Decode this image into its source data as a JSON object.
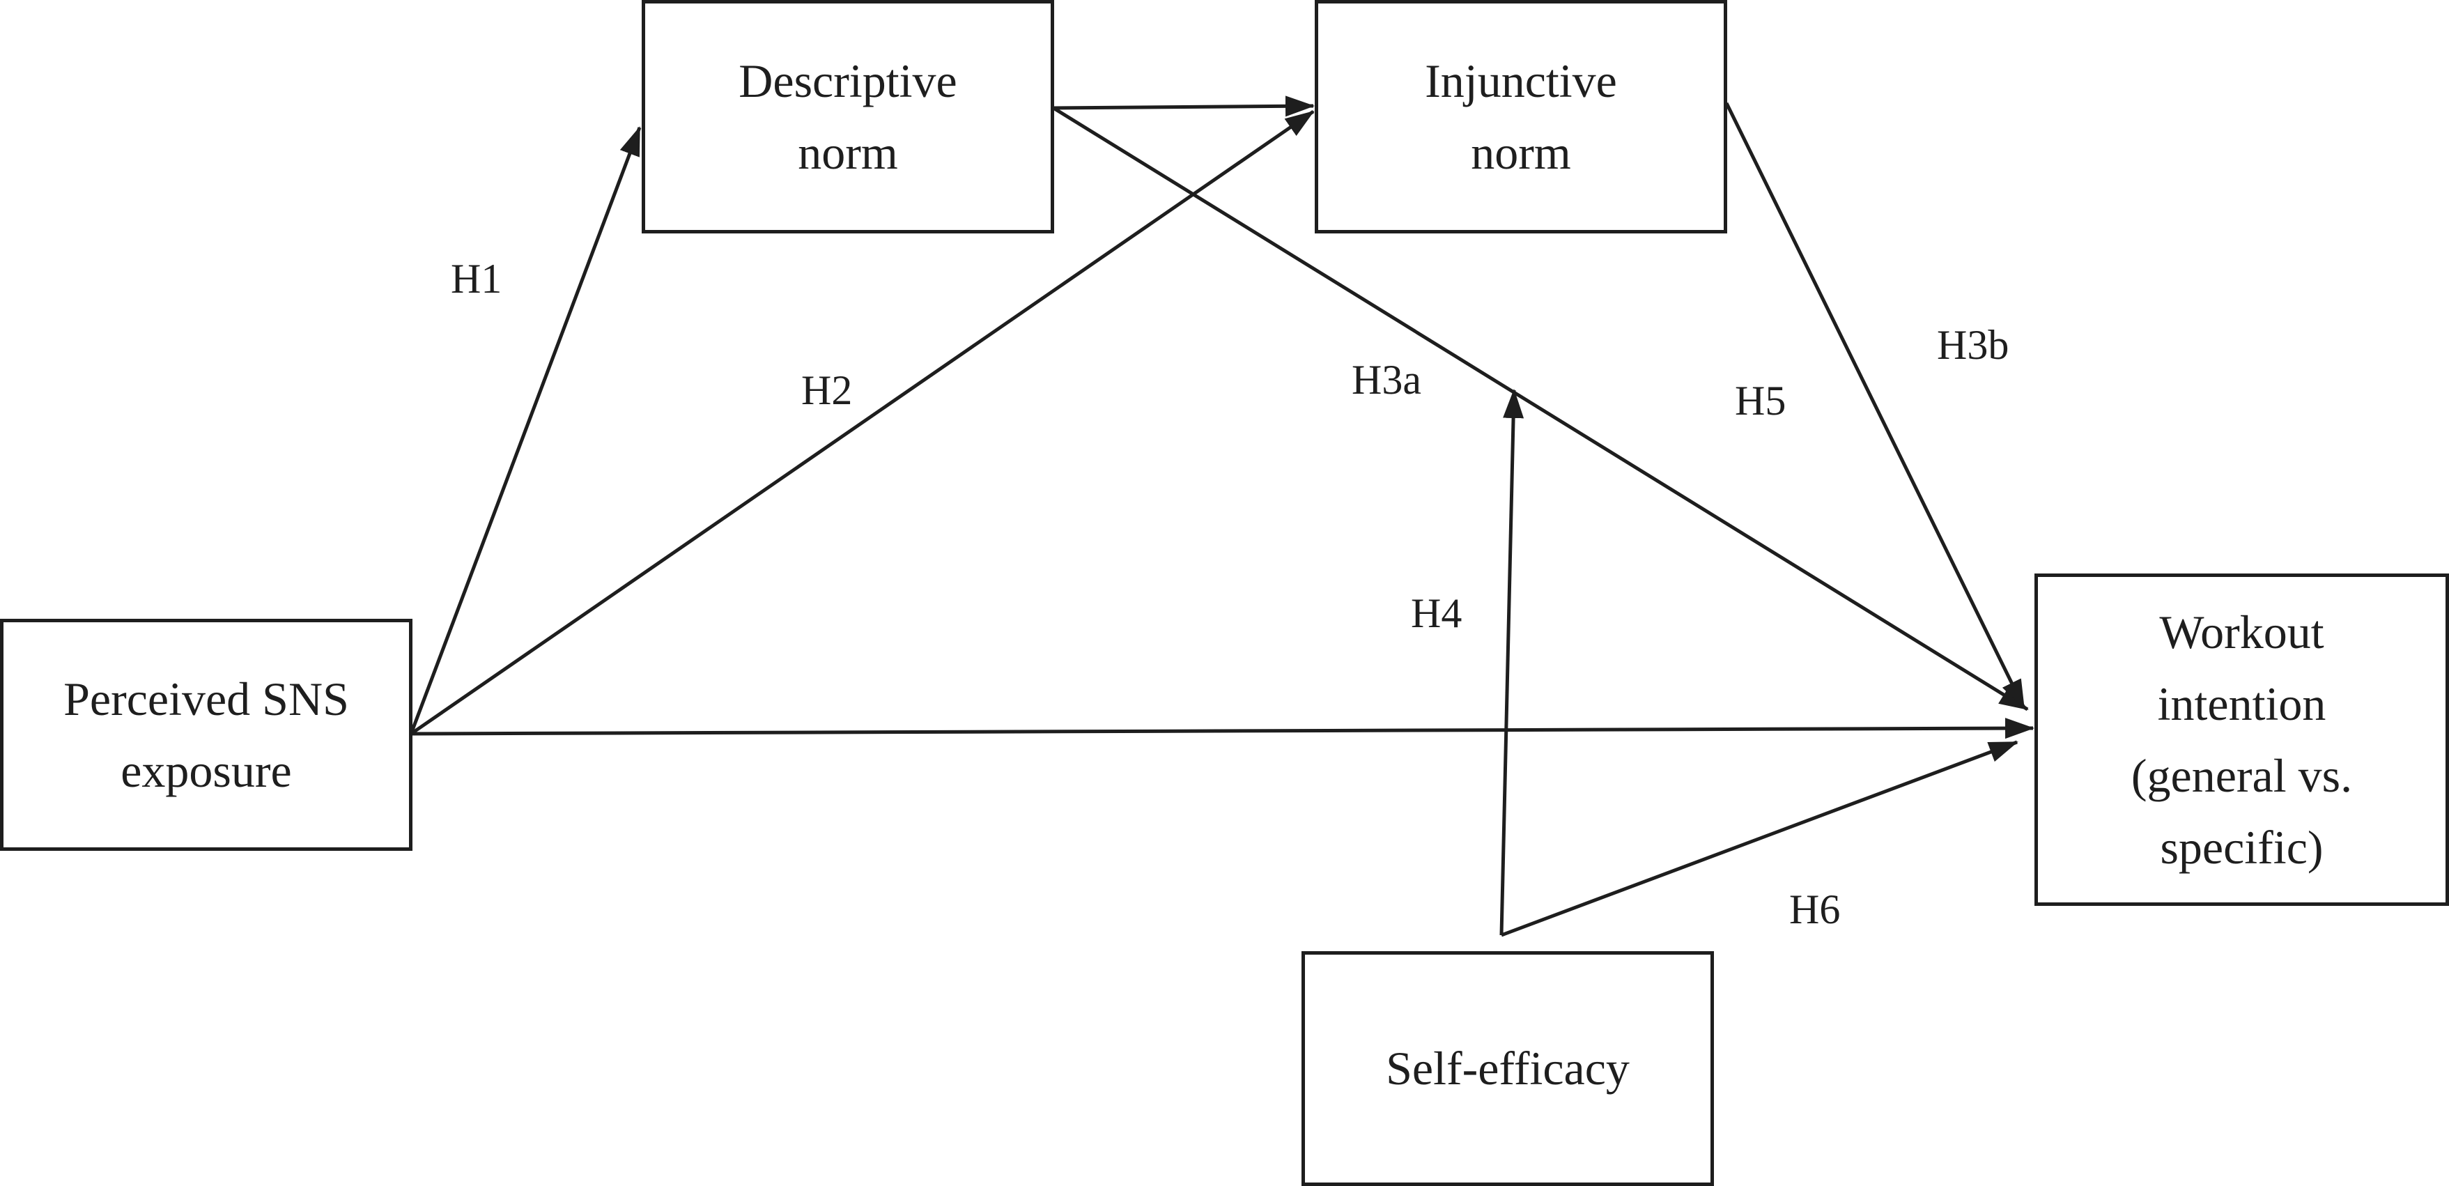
{
  "nodes": {
    "sns_exposure": "Perceived SNS\nexposure",
    "descriptive_norm": "Descriptive\nnorm",
    "injunctive_norm": "Injunctive\nnorm",
    "workout_intention": "Workout\nintention\n(general vs.\nspecific)",
    "self_efficacy": "Self-efficacy"
  },
  "hypotheses": {
    "h1": "H1",
    "h2": "H2",
    "h3a": "H3a",
    "h3b": "H3b",
    "h4": "H4",
    "h5": "H5",
    "h6": "H6"
  },
  "colors": {
    "line": "#1e1e1e",
    "background": "#ffffff"
  }
}
